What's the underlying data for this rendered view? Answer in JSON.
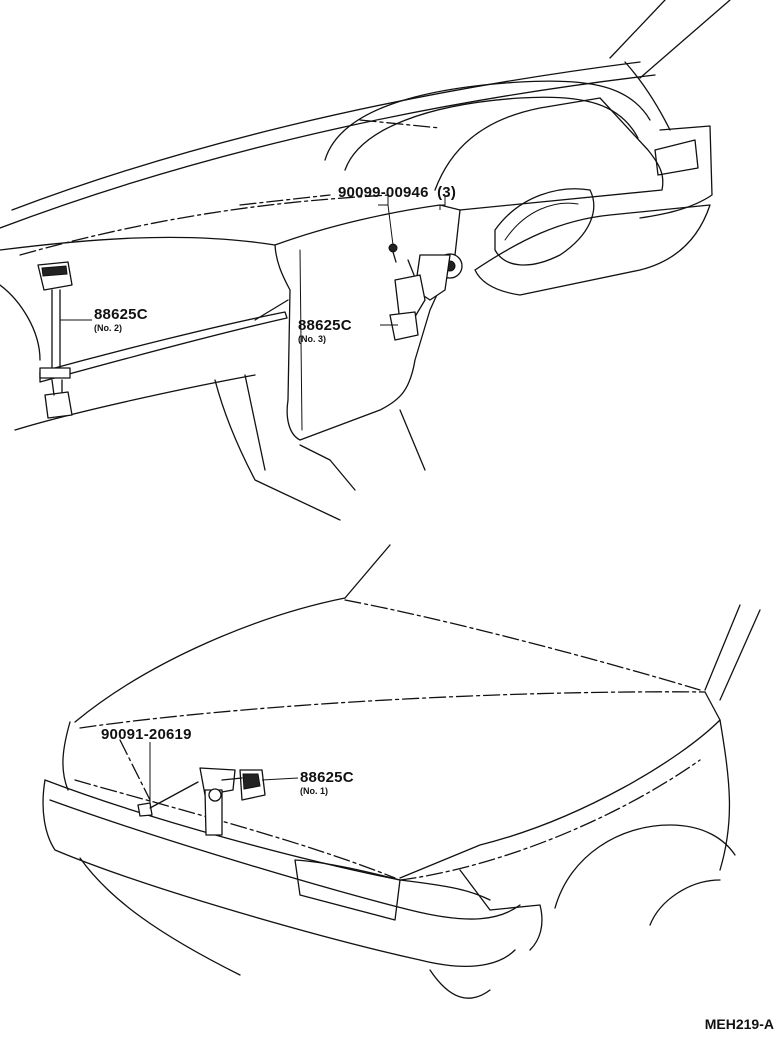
{
  "callouts": {
    "clip_screw": {
      "part": "90099-00946",
      "qty": "(3)"
    },
    "sensor_no2": {
      "part": "88625C",
      "sub": "(No. 2)"
    },
    "sensor_no3": {
      "part": "88625C",
      "sub": "(No. 3)"
    },
    "hood_bolt": {
      "part": "90091-20619"
    },
    "sensor_no1": {
      "part": "88625C",
      "sub": "(No. 1)"
    }
  },
  "reference_code": "MEH219-A"
}
